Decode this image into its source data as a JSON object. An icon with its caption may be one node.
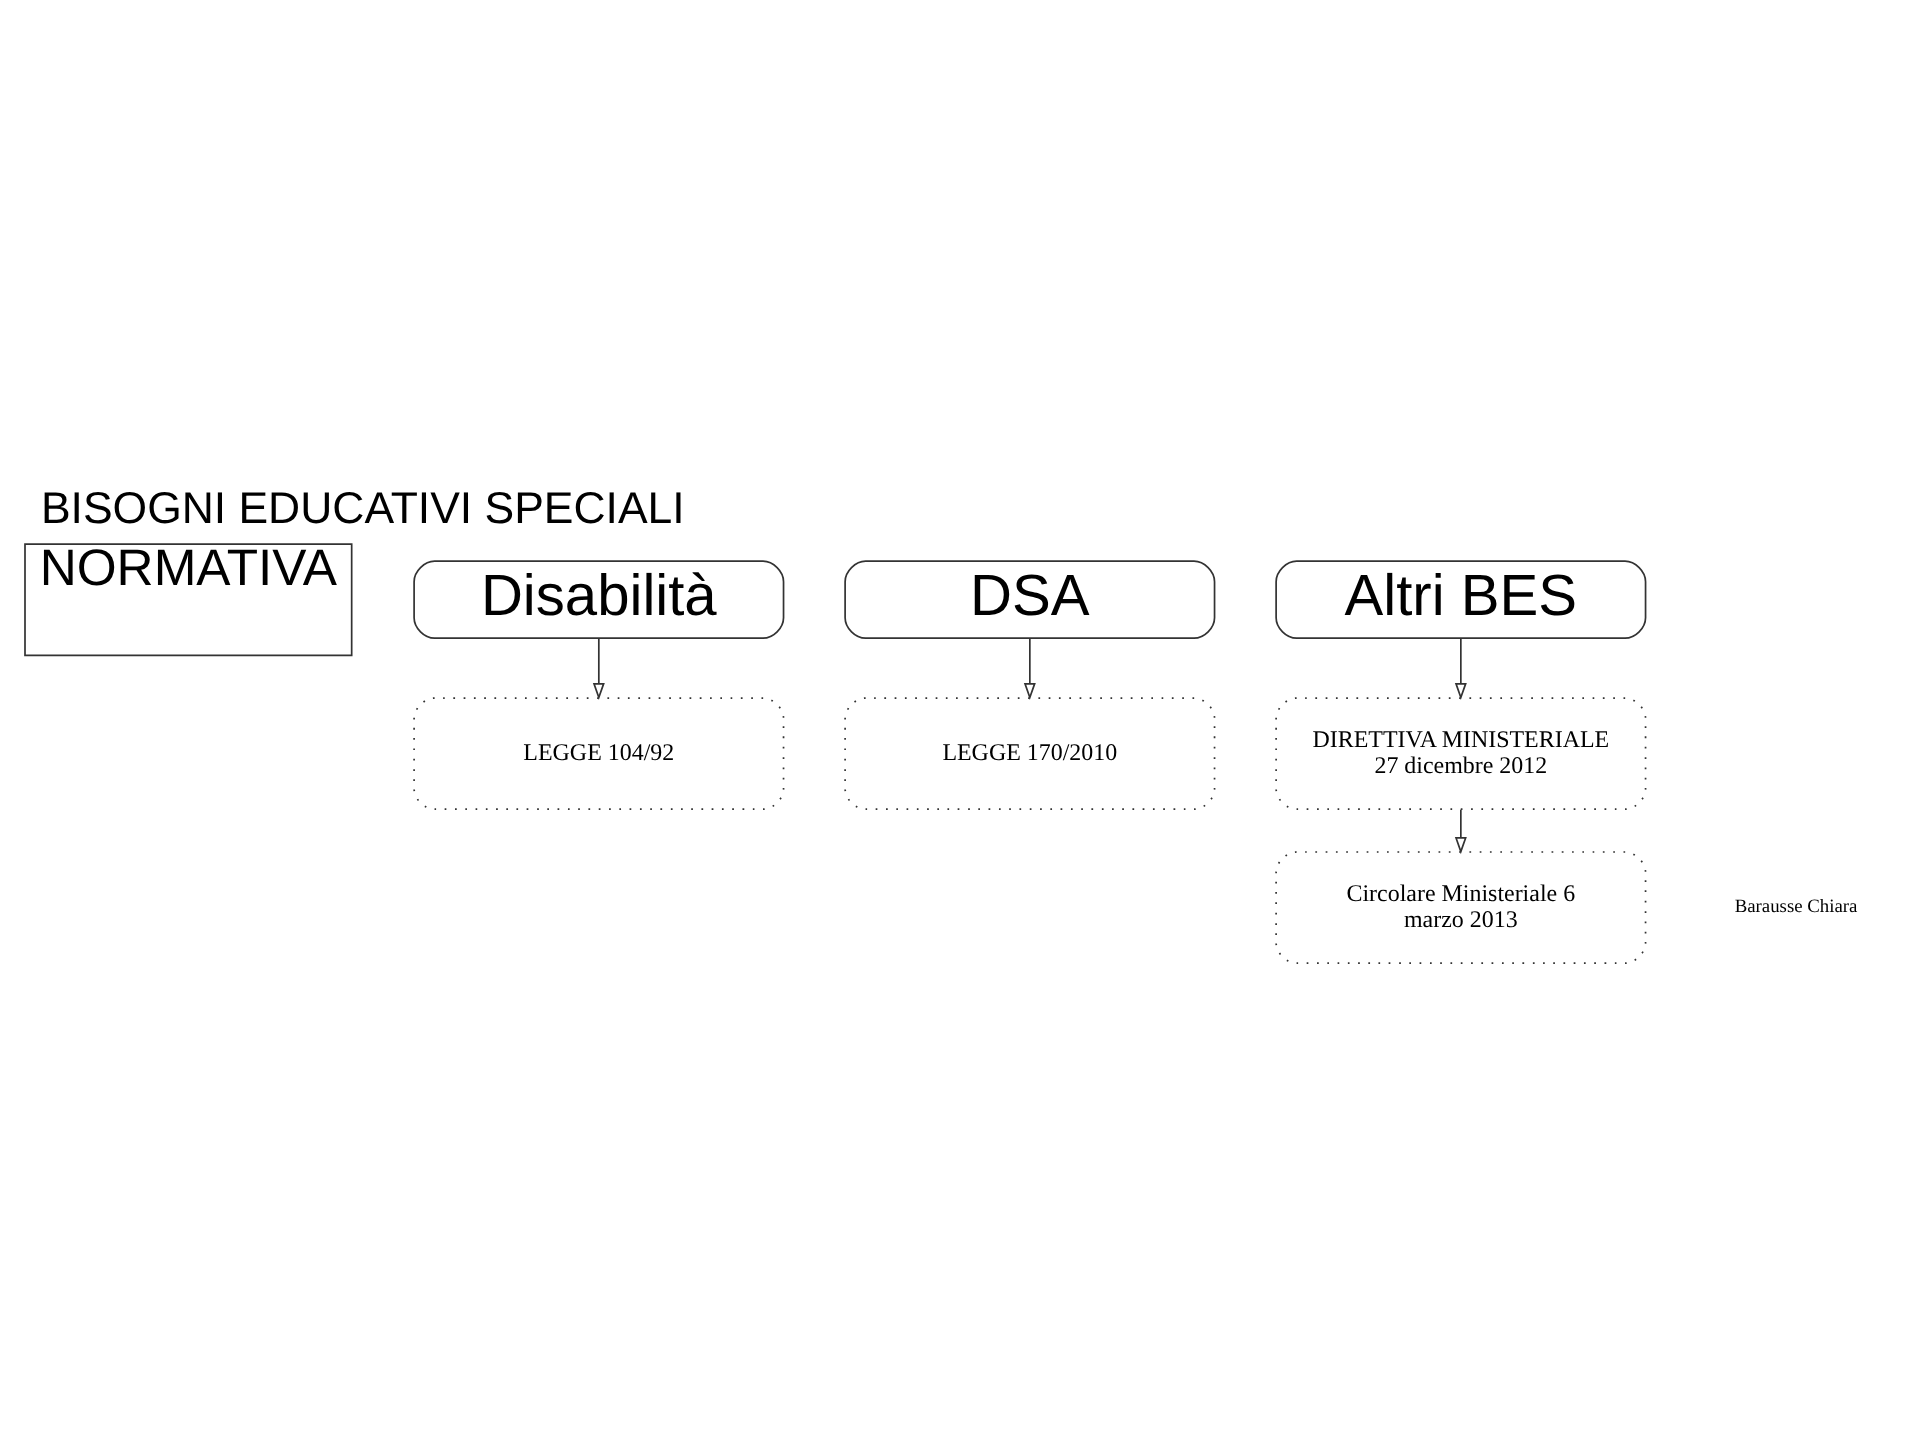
{
  "diagram": {
    "title": "BISOGNI EDUCATIVI SPECIALI",
    "nodes": [
      {
        "text": [
          "NORMATIVA"
        ]
      },
      {
        "text": [
          "Disabilità"
        ]
      },
      {
        "text": [
          "DSA"
        ]
      },
      {
        "text": [
          "Altri BES"
        ]
      },
      {
        "text": [
          "LEGGE 104/92"
        ]
      },
      {
        "text": [
          "LEGGE 170/2010"
        ]
      },
      {
        "text": [
          "DIRETTIVA MINISTERIALE 27 dicembre 2012"
        ]
      },
      {
        "text": [
          "Circolare Ministeriale 6 marzo 2013"
        ]
      }
    ],
    "edges": [
      {
        "from": 1,
        "to": 4,
        "arrow": "to"
      },
      {
        "from": 2,
        "to": 5,
        "arrow": "to"
      },
      {
        "from": 3,
        "to": 6,
        "arrow": "to"
      },
      {
        "from": 6,
        "to": 7,
        "arrow": "to"
      }
    ],
    "labels": [
      "Barausse Chiara"
    ]
  }
}
